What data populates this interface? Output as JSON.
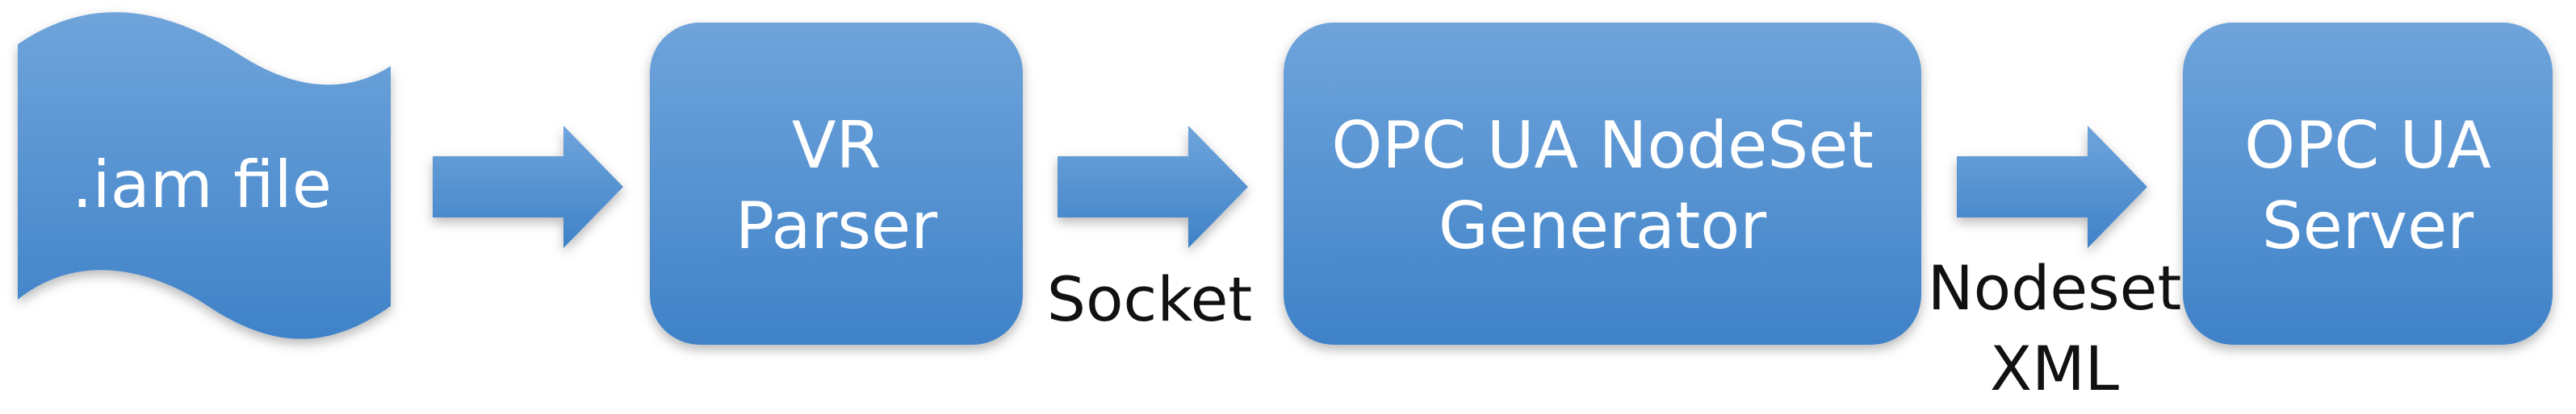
{
  "diagram": {
    "nodes": [
      {
        "id": "iam-file",
        "label": ".iam file",
        "shape": "wave-document"
      },
      {
        "id": "vr-parser",
        "label_line1": "VR",
        "label_line2": "Parser",
        "shape": "rounded-rect"
      },
      {
        "id": "nodeset-generator",
        "label_line1": "OPC UA NodeSet",
        "label_line2": "Generator",
        "shape": "rounded-rect"
      },
      {
        "id": "opcua-server",
        "label_line1": "OPC UA",
        "label_line2": "Server",
        "shape": "rounded-rect"
      }
    ],
    "edges": [
      {
        "from": "iam-file",
        "to": "vr-parser",
        "label": ""
      },
      {
        "from": "vr-parser",
        "to": "nodeset-generator",
        "label": "Socket"
      },
      {
        "from": "nodeset-generator",
        "to": "opcua-server",
        "label_line1": "Nodeset",
        "label_line2": "XML"
      }
    ],
    "colors": {
      "fill_top": "#6fa4db",
      "fill_bottom": "#3f82c8",
      "node_text": "#ffffff",
      "edge_text": "#111111"
    }
  }
}
